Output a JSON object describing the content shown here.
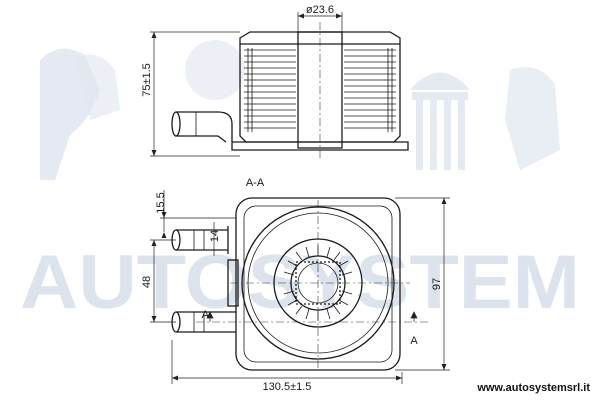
{
  "watermark": {
    "text": "AUTOSYSTEM"
  },
  "top_view": {
    "diameter_label": "ø23.6",
    "height_label": "75±1.5"
  },
  "section_label": "A-A",
  "front_view": {
    "offset_label": "15.5",
    "port_spacing_label": "48",
    "depth_label": "14",
    "height_label": "97",
    "width_label": "130.5±1.5",
    "section_mark_left": "A",
    "section_mark_right": "A"
  },
  "footer": {
    "website": "www.autosystemsrl.it"
  }
}
